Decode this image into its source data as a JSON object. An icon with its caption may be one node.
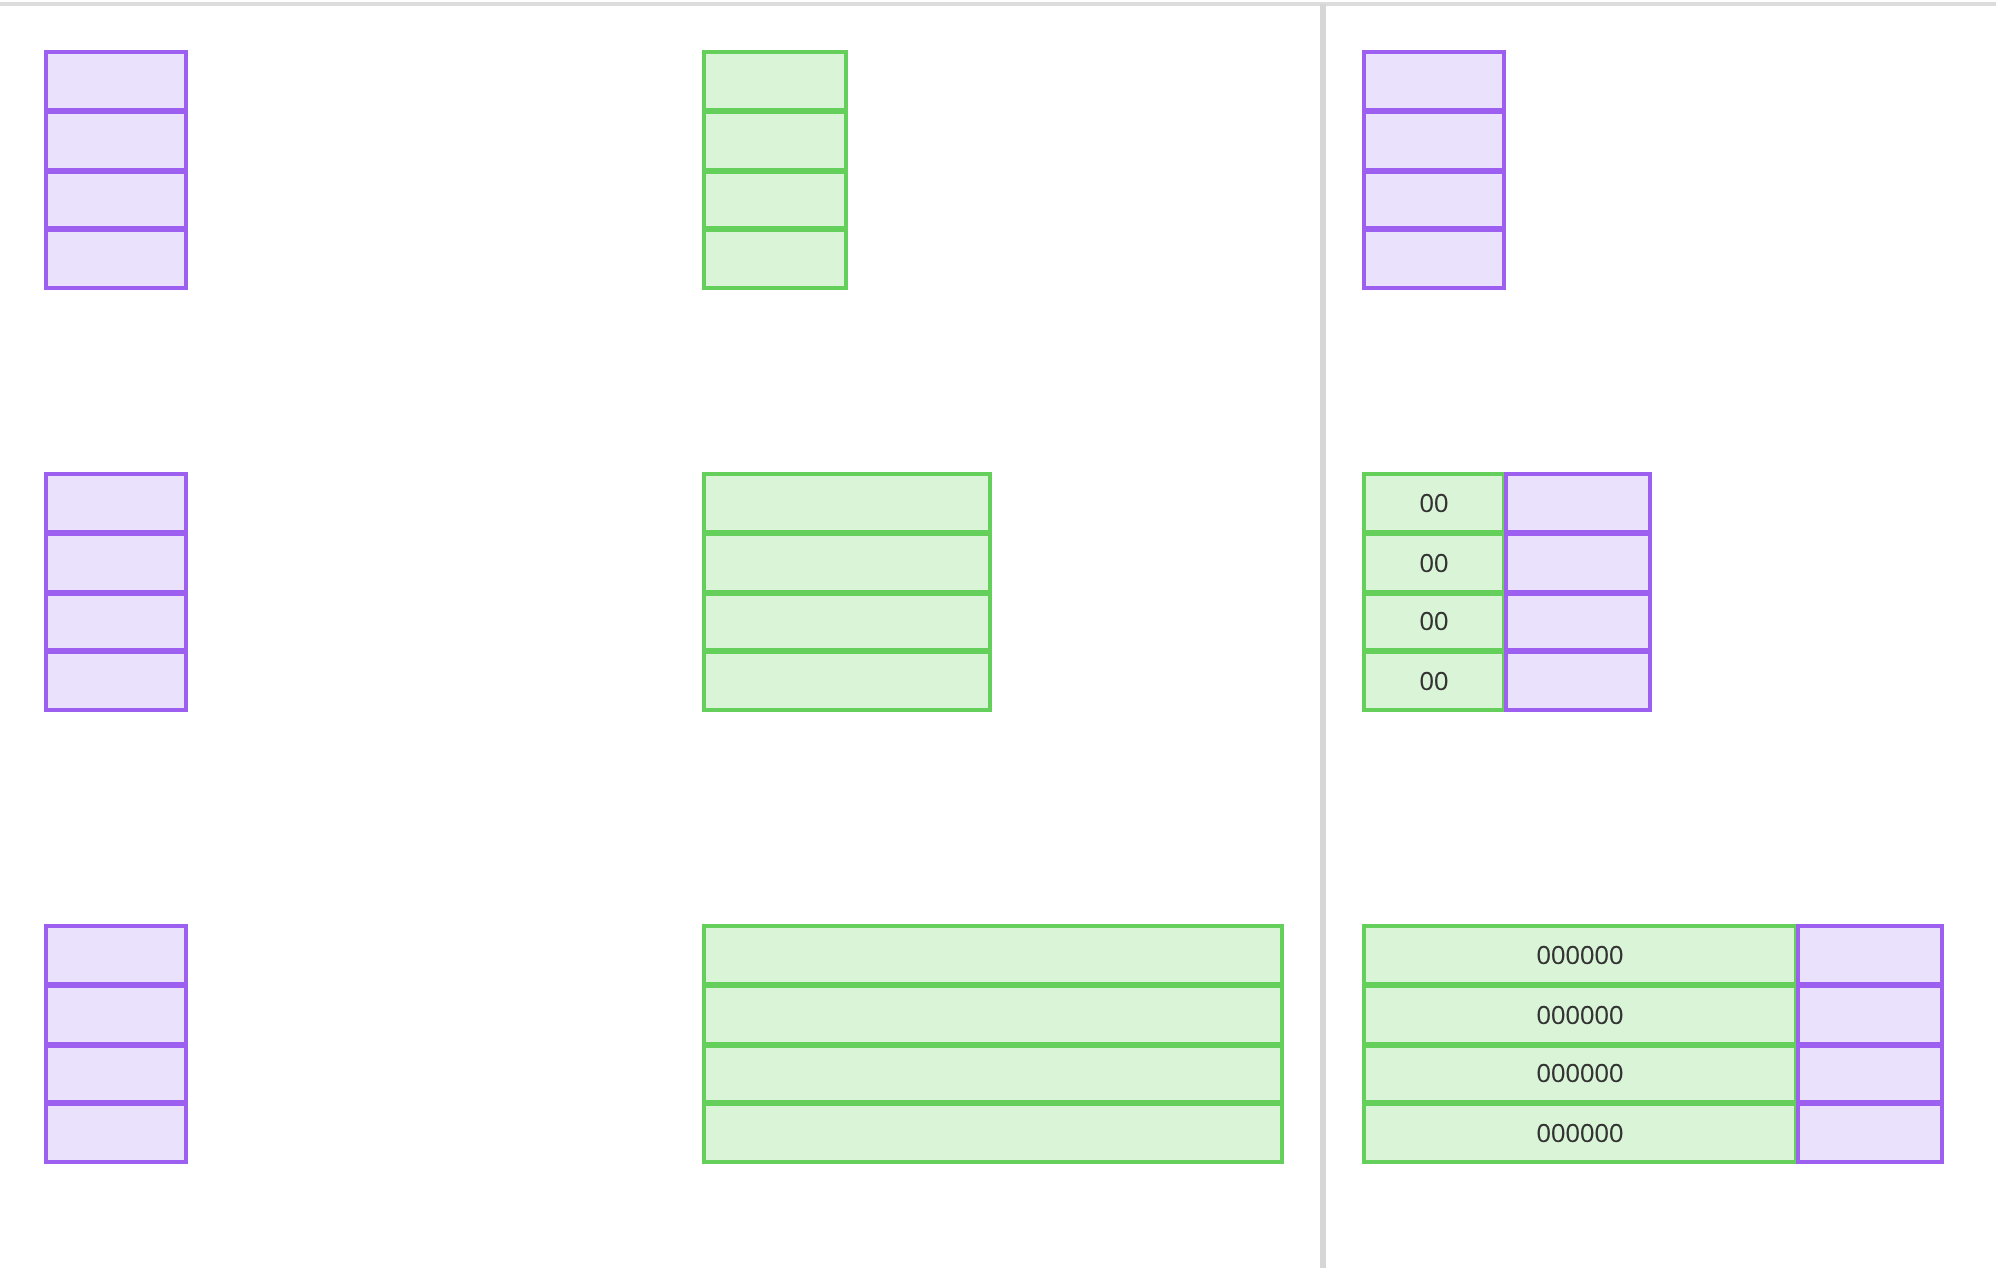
{
  "diagram": {
    "nodes": [
      {
        "text": [],
        "shape": "box"
      },
      {
        "text": [],
        "shape": "box"
      },
      {
        "text": [],
        "shape": "box"
      },
      {
        "text": [],
        "shape": "box"
      },
      {
        "text": [],
        "shape": "box"
      },
      {
        "text": [],
        "shape": "box"
      },
      {
        "text": [],
        "shape": "box"
      },
      {
        "text": [],
        "shape": "box"
      },
      {
        "text": [],
        "shape": "box"
      },
      {
        "text": [],
        "shape": "box"
      },
      {
        "text": [],
        "shape": "box"
      },
      {
        "text": [],
        "shape": "box"
      },
      {
        "text": [],
        "shape": "box"
      },
      {
        "text": [],
        "shape": "box"
      },
      {
        "text": [],
        "shape": "box"
      },
      {
        "text": [],
        "shape": "box"
      },
      {
        "text": [],
        "shape": "box"
      },
      {
        "text": [],
        "shape": "box"
      },
      {
        "text": [],
        "shape": "box"
      },
      {
        "text": [],
        "shape": "box"
      },
      {
        "text": [
          "00"
        ]
      },
      {
        "text": [],
        "shape": "box"
      },
      {
        "text": [
          "00"
        ]
      },
      {
        "text": [],
        "shape": "box"
      },
      {
        "text": [
          "00"
        ]
      },
      {
        "text": [],
        "shape": "box"
      },
      {
        "text": [
          "00"
        ]
      },
      {
        "text": [],
        "shape": "box"
      },
      {
        "text": [],
        "shape": "box"
      },
      {
        "text": [],
        "shape": "box"
      },
      {
        "text": [],
        "shape": "box"
      },
      {
        "text": [],
        "shape": "box"
      },
      {
        "text": [],
        "shape": "box"
      },
      {
        "text": [],
        "shape": "box"
      },
      {
        "text": [],
        "shape": "box"
      },
      {
        "text": [],
        "shape": "box"
      },
      {
        "text": [
          "000000"
        ]
      },
      {
        "text": [],
        "shape": "box"
      },
      {
        "text": [
          "000000"
        ]
      },
      {
        "text": [],
        "shape": "box"
      },
      {
        "text": [
          "000000"
        ]
      },
      {
        "text": [],
        "shape": "box"
      },
      {
        "text": [
          "000000"
        ]
      },
      {
        "text": [],
        "shape": "box"
      }
    ]
  }
}
